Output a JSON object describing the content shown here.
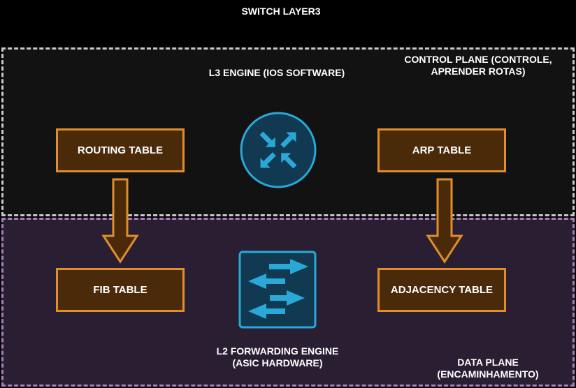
{
  "title": "SWITCH LAYER3",
  "control_plane": {
    "label_line1": "CONTROL PLANE (CONTROLE,",
    "label_line2": "APRENDER ROTAS)",
    "engine_label": "L3 ENGINE (IOS SOFTWARE)",
    "routing_table": "ROUTING TABLE",
    "arp_table": "ARP TABLE",
    "border_color": "#c8c8c8"
  },
  "data_plane": {
    "label_line1": "DATA PLANE",
    "label_line2": "(ENCAMINHAMENTO)",
    "engine_label_line1": "L2 FORWARDING ENGINE",
    "engine_label_line2": "(ASIC HARDWARE)",
    "fib_table": "FIB TABLE",
    "adjacency_table": "ADJACENCY TABLE",
    "border_color": "#a77fb8"
  },
  "colors": {
    "box_fill": "#4a2a08",
    "box_stroke": "#e08e2c",
    "icon_fill": "#113a52",
    "icon_stroke": "#2aa8d8"
  },
  "icons": {
    "router": "router-icon",
    "switch": "switch-icon"
  }
}
